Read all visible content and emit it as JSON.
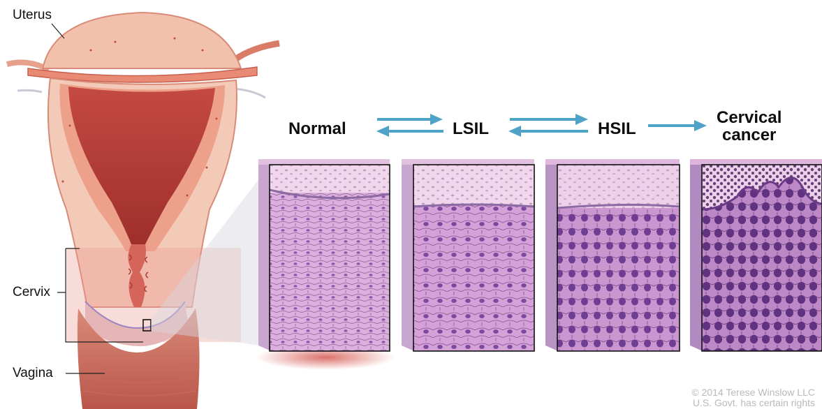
{
  "labels": {
    "uterus": "Uterus",
    "cervix": "Cervix",
    "vagina": "Vagina"
  },
  "stages": [
    {
      "line1": "Normal",
      "line2": ""
    },
    {
      "line1": "LSIL",
      "line2": ""
    },
    {
      "line1": "HSIL",
      "line2": ""
    },
    {
      "line1": "Cervical",
      "line2": "cancer"
    }
  ],
  "credit": {
    "line1": "© 2014 Terese Winslow LLC",
    "line2": "U.S. Govt. has certain rights"
  },
  "colors": {
    "tissue_light": "#f3c9b8",
    "tissue_mid": "#e8937f",
    "cavity": "#b8403a",
    "arrow": "#4fa3c7",
    "panel_top": "#efcbe6",
    "panel_cells": "#d9a6d9",
    "nucleus": "#8a5aa8"
  }
}
